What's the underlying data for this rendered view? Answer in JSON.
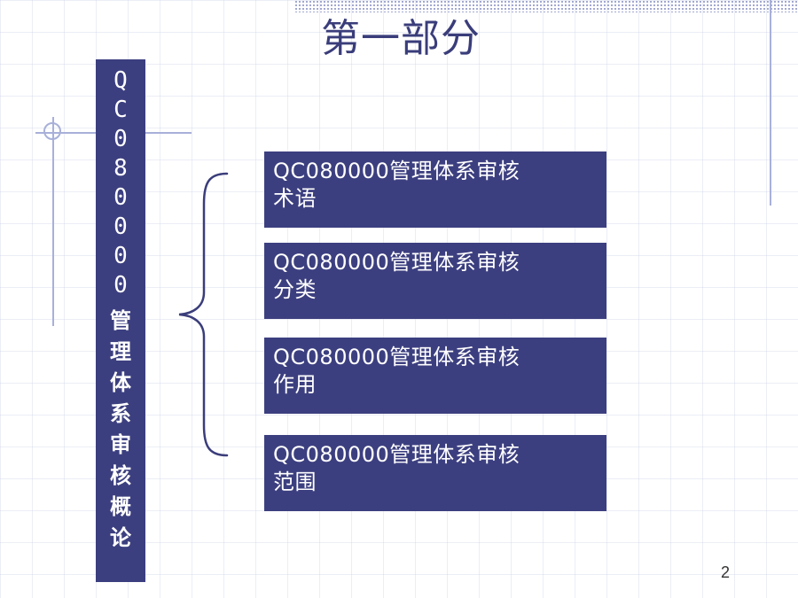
{
  "slide": {
    "title": "第一部分",
    "vertical_title_latin": "QC080000",
    "vertical_title_cjk": "管理体系审核概论",
    "page_number": "2"
  },
  "topics": [
    {
      "line1": "QC080000管理体系审核",
      "line2": "术语"
    },
    {
      "line1": "QC080000管理体系审核",
      "line2": "分类"
    },
    {
      "line1": "QC080000管理体系审核",
      "line2": "作用"
    },
    {
      "line1": "QC080000管理体系审核",
      "line2": "范围"
    }
  ],
  "colors": {
    "box_fill": "#3c3f7f",
    "title_text": "#3a3d7a",
    "decor_lines": "#a8b0d9"
  }
}
